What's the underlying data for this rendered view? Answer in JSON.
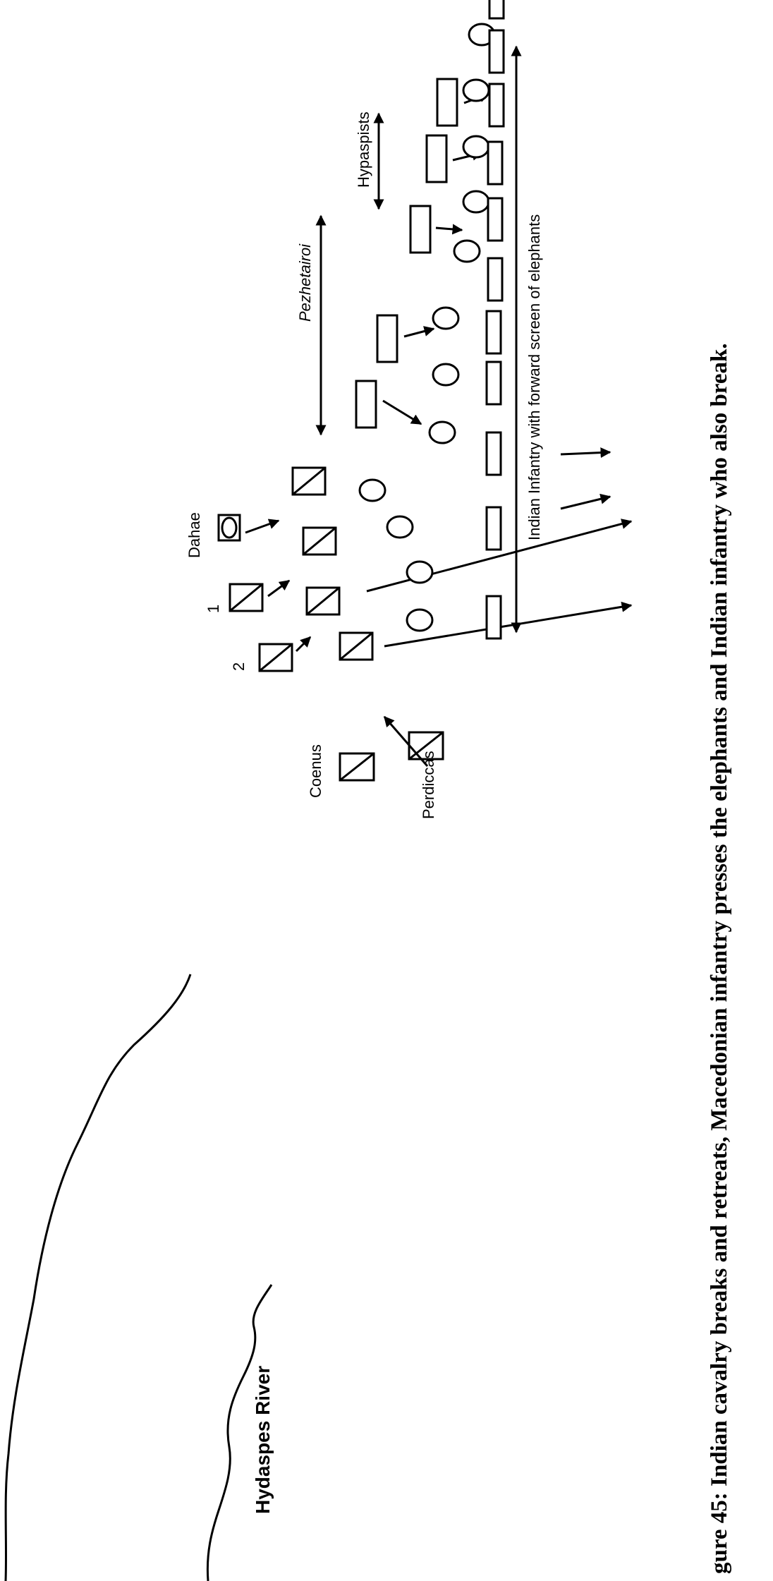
{
  "labels": {
    "dahae": "Dahae",
    "one": "1",
    "two": "2",
    "coenus": "Coenus",
    "perdiccas": "Perdiccas",
    "pezhetairoi": "Pezhetairoi",
    "hypaspists": "Hypaspists",
    "indian_infantry": "Indian Infantry with forward screen of elephants",
    "river": "Hydaspes River"
  },
  "caption": "gure 45: Indian cavalry breaks and retreats, Macedonian infantry presses the elephants and Indian infantry who also break."
}
